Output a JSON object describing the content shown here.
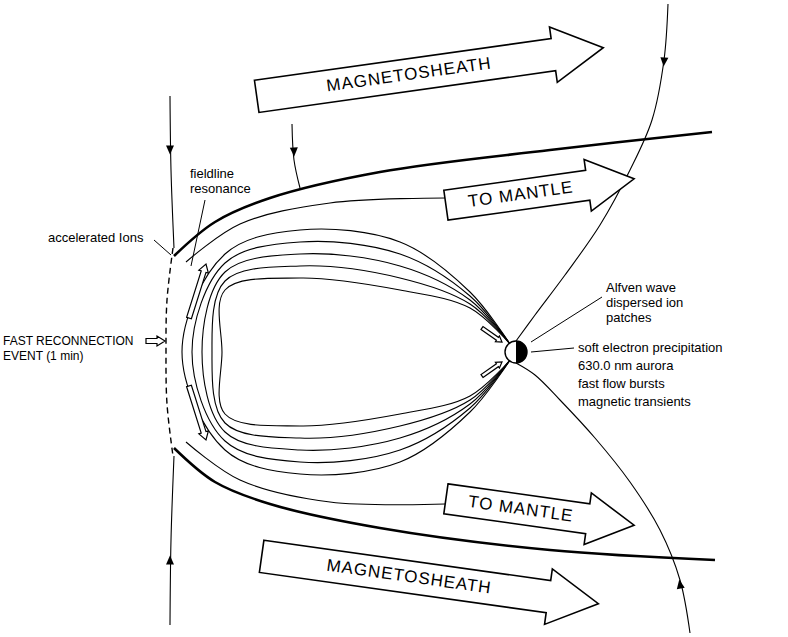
{
  "diagram": {
    "nodes": [
      {
        "text": [
          "MAGNETOSHEATH"
        ]
      },
      {
        "text": [
          "TO MANTLE"
        ]
      },
      {
        "text": [
          "TO MANTLE"
        ]
      },
      {
        "text": [
          "MAGNETOSHEATH"
        ]
      }
    ],
    "labels": [
      "accelerated Ions",
      "fieldline resonance",
      "FAST RECONNECTION EVENT (1 min)",
      "Alfven wave dispersed ion patches",
      "soft electron precipitation",
      "630.0 nm aurora",
      "fast flow bursts",
      "magnetic transients"
    ]
  }
}
